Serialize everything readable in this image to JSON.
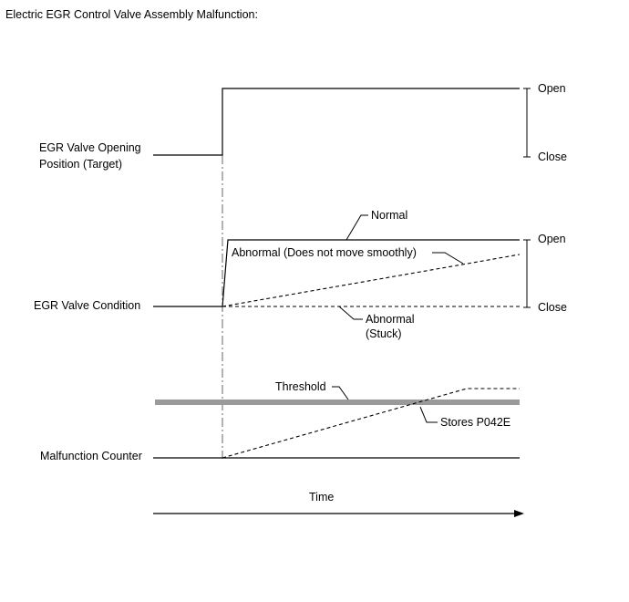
{
  "title": "Electric EGR Control Valve Assembly Malfunction:",
  "target_graph": {
    "label_line1": "EGR Valve Opening",
    "label_line2": "Position (Target)",
    "open_label": "Open",
    "close_label": "Close"
  },
  "condition_graph": {
    "label": "EGR Valve Condition",
    "normal_label": "Normal",
    "abnormal_smooth_label": "Abnormal (Does not move smoothly)",
    "abnormal_stuck_line1": "Abnormal",
    "abnormal_stuck_line2": "(Stuck)",
    "open_label": "Open",
    "close_label": "Close"
  },
  "counter_graph": {
    "label": "Malfunction Counter",
    "threshold_label": "Threshold",
    "stores_label": "Stores P042E"
  },
  "time_axis": {
    "label": "Time"
  },
  "colors": {
    "line": "#000000",
    "threshold": "#9a9a9a",
    "guide": "#666666"
  }
}
